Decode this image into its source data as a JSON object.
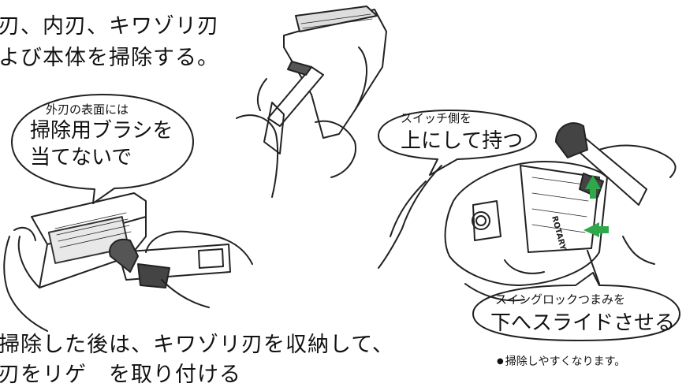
{
  "header": {
    "line1": "刃、内刃、キワゾリ刃",
    "line2": "よび本体を掃除する。"
  },
  "callout_left": {
    "small": "外刃の表面には",
    "line1": "掃除用ブラシを",
    "line2": "当てないで"
  },
  "callout_right_top": {
    "small": "スイッチ側を",
    "large": "上にして持つ"
  },
  "callout_right_bottom": {
    "small": "スイングロックつまみを",
    "large": "下へスライドさせる"
  },
  "shaver_label": "ROTARY",
  "footer": {
    "line1": "掃除した後は、キワゾリ刃を収納して、",
    "line2": "刃をリゲ　を取り付ける"
  },
  "note": "掃除しやすくなります。",
  "colors": {
    "arrow_green": "#2ea84a",
    "line": "#222222"
  }
}
